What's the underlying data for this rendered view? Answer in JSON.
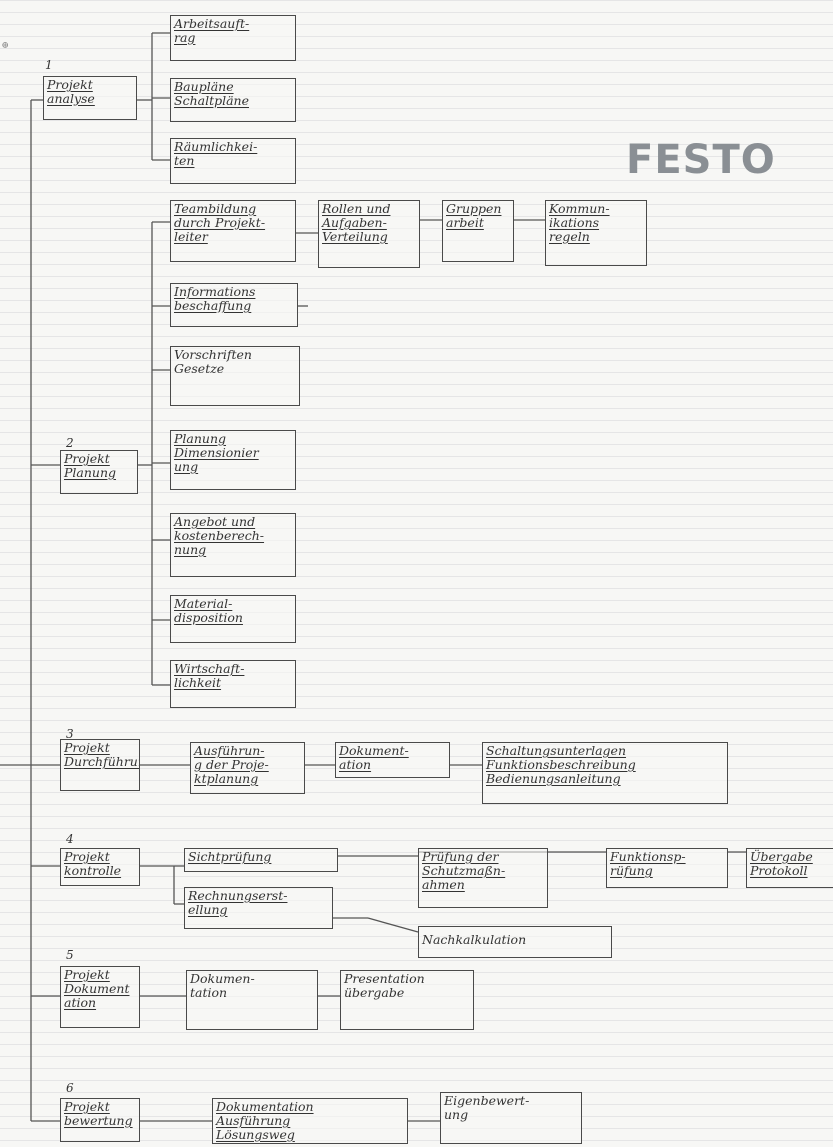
{
  "brand": {
    "logo_text": "FESTO",
    "corner_mark": "⊕"
  },
  "phases": [
    {
      "id": "p1",
      "number": "1",
      "label": "Projekt\nanalyse"
    },
    {
      "id": "p2",
      "number": "2",
      "label": "Projekt\nPlanung"
    },
    {
      "id": "p3",
      "number": "3",
      "label": "Projekt\nDurchführung"
    },
    {
      "id": "p4",
      "number": "4",
      "label": "Projekt\nkontrolle"
    },
    {
      "id": "p5",
      "number": "5",
      "label": "Projekt\nDokument\nation"
    },
    {
      "id": "p6",
      "number": "6",
      "label": "Projekt\nbewertung"
    }
  ],
  "tasks": {
    "arbeitsauftrag": "Arbeitsauft-\nrag",
    "bauplaene": "Baupläne\nSchaltpläne",
    "raeumlichkeiten": "Räumlichkei-\nten",
    "teambildung": "Teambildung\ndurch Projekt-\nleiter",
    "rollen": "Rollen und\nAufgaben-\nVerteilung",
    "gruppenarbeit": "Gruppen\narbeit",
    "kommunikation": "Kommun-\nikations\nregeln",
    "informationsbeschaffung": "Informations\nbeschaffung",
    "vorschriften": "Vorschriften\nGesetze",
    "planung_dimensionierung": "Planung\nDimensionier\nung",
    "angebot": "Angebot und\nkostenberech-\nnung",
    "materialdisposition": "Material-\ndisposition",
    "wirtschaftlichkeit": "Wirtschaft-\nlichkeit",
    "ausfuehrung": "Ausführun-\ng der Proje-\nktplanung",
    "dokumentation3": "Dokument-\nation",
    "schaltungsunterlagen": "Schaltungsunterlagen\nFunktionsbeschreibung\nBedienungsanleitung",
    "sichtpruefung": "Sichtprüfung",
    "rechnungserstellung": "Rechnungserst-\nellung",
    "pruefung_schutz": "Prüfung der\nSchutzmaßn-\nahmen",
    "funktionspruefung": "Funktionsp-\nrüfung",
    "uebergabeprotokoll": "Übergabe\nProtokoll",
    "nachkalkulation": "Nachkalkulation",
    "dokumentation5": "Dokumen-\ntation",
    "presentation": "Presentation\nübergabe",
    "doku_loesungsweg": "Dokumentation\nAusführung\nLösungsweg",
    "eigenbewertung": "Eigenbewert-\nung"
  }
}
